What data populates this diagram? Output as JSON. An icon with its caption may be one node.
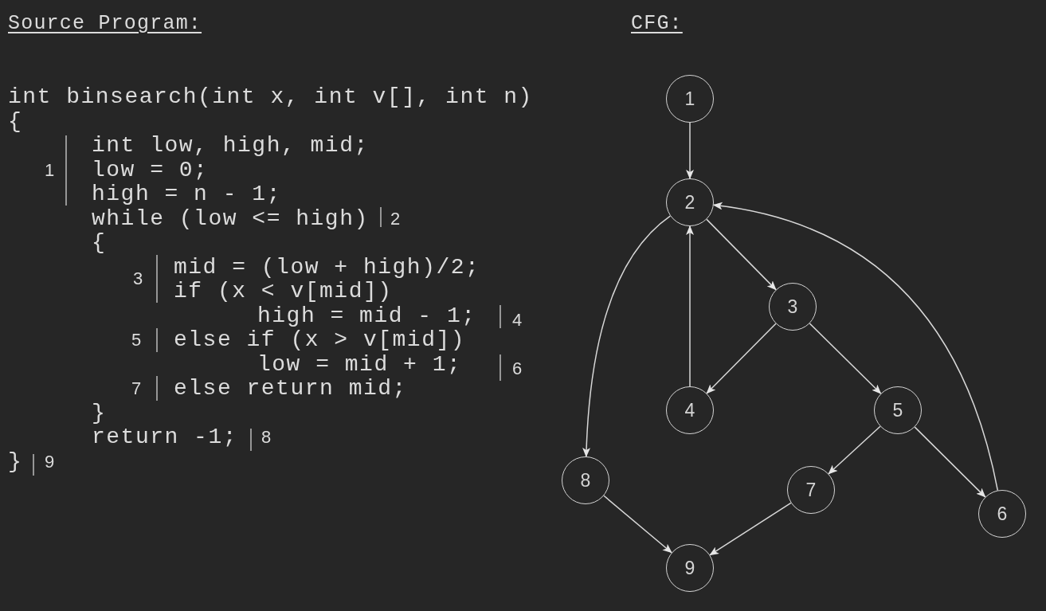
{
  "diagram": {
    "nodes": [
      {
        "text": [
          "1"
        ]
      },
      {
        "text": [
          "2"
        ]
      },
      {
        "text": [
          "3"
        ]
      },
      {
        "text": [
          "4"
        ]
      },
      {
        "text": [
          "5"
        ]
      },
      {
        "text": [
          "6"
        ]
      },
      {
        "text": [
          "7"
        ]
      },
      {
        "text": [
          "8"
        ]
      },
      {
        "text": [
          "9"
        ]
      }
    ],
    "edges": [
      {
        "from": 0,
        "to": 1,
        "arrow": "to"
      },
      {
        "from": 1,
        "to": 2,
        "arrow": "to"
      },
      {
        "from": 1,
        "to": 7,
        "arrow": "to"
      },
      {
        "from": 2,
        "to": 3,
        "arrow": "to"
      },
      {
        "from": 2,
        "to": 4,
        "arrow": "to"
      },
      {
        "from": 3,
        "to": 1,
        "arrow": "to"
      },
      {
        "from": 4,
        "to": 5,
        "arrow": "to"
      },
      {
        "from": 4,
        "to": 6,
        "arrow": "to"
      },
      {
        "from": 5,
        "to": 1,
        "arrow": "to"
      },
      {
        "from": 6,
        "to": 8,
        "arrow": "to"
      },
      {
        "from": 7,
        "to": 8,
        "arrow": "to"
      }
    ],
    "labels": [
      "Source Program:",
      "CFG:",
      "int binsearch(int x, int v[], int n)",
      "{",
      "1",
      "int low, high, mid;",
      "low = 0;",
      "high = n - 1;",
      "while (low <= high)",
      "2",
      "{",
      "3",
      "mid = (low + high)/2;",
      "if (x < v[mid])",
      "high = mid - 1;",
      "4",
      "5",
      "else if (x > v[mid])",
      "low = mid + 1;",
      "6",
      "7",
      "else return mid;",
      "}",
      "return -1;",
      "8",
      "}",
      "9"
    ]
  }
}
